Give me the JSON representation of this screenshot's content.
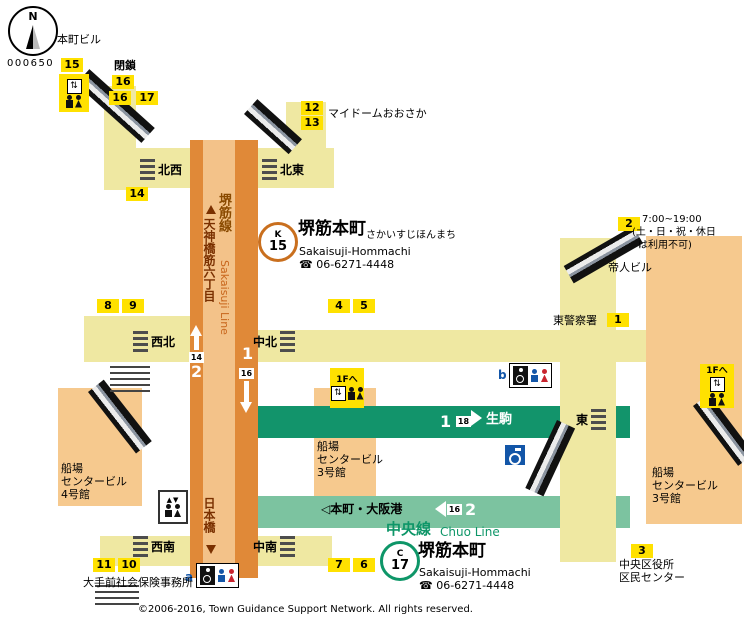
{
  "meta": {
    "map_code": "000650",
    "copyright": "©2006-2016, Town Guidance Support Network. All rights reserved."
  },
  "compass": {
    "n": "N"
  },
  "icons": {
    "elevator": "⇅",
    "up_down": "▲▼"
  },
  "lines": {
    "sakaisuji": {
      "name": "堺筋線",
      "name_en": "Sakaisuji Line",
      "dir_up": "天神橋筋六丁目",
      "dir_down": "日本橋",
      "plat1": "1",
      "plat2": "2",
      "arrow_up_no": "14",
      "arrow_down_no": "16"
    },
    "chuo": {
      "name": "中央線",
      "name_en": "Chuo Line",
      "plat1": "1",
      "plat2": "2",
      "dest_east": "生駒",
      "dest_west": "◁本町・大阪港",
      "arrow_east_no": "18",
      "arrow_west_no": "16"
    }
  },
  "station": {
    "sakaisuji": {
      "line_letter": "K",
      "number": "15",
      "name": "堺筋本町",
      "kana": "さかいすじほんまち",
      "en": "Sakaisuji-Hommachi",
      "tel": "☎ 06-6271-4448"
    },
    "chuo": {
      "line_letter": "C",
      "number": "17",
      "name": "堺筋本町",
      "en": "Sakaisuji-Hommachi",
      "tel": "☎ 06-6271-4448"
    }
  },
  "gates": {
    "nw": "北西",
    "ne": "北東",
    "wn": "西北",
    "cn": "中北",
    "ws": "西南",
    "cs": "中南",
    "e": "東"
  },
  "exits": {
    "e1": "1",
    "e2": "2",
    "e3": "3",
    "e4": "4",
    "e5": "5",
    "e6": "6",
    "e7": "7",
    "e8": "8",
    "e9": "9",
    "e10": "10",
    "e11": "11",
    "e12": "12",
    "e13": "13",
    "e14": "14",
    "e15": "15",
    "e16": "16",
    "e17": "17"
  },
  "labels": {
    "hommachi_bldg": "本町ビル",
    "closed": "閉鎖",
    "mydome": "マイドームおおさか",
    "hours": "7:00~19:00",
    "hours_note1": "(土・日・祝・休日",
    "hours_note2": "は利用不可)",
    "teijin": "帝人ビル",
    "police": "東警察署",
    "semba4_1": "船場",
    "semba4_2": "センタービル",
    "semba4_3": "4号館",
    "semba3_1": "船場",
    "semba3_2": "センタービル",
    "semba3_3": "3号館",
    "ward_1": "中央区役所",
    "ward_2": "区民センター",
    "otemae": "大手前社会保険事務所",
    "to_1f": "1Fへ",
    "marker_a": "a",
    "marker_b": "b"
  }
}
